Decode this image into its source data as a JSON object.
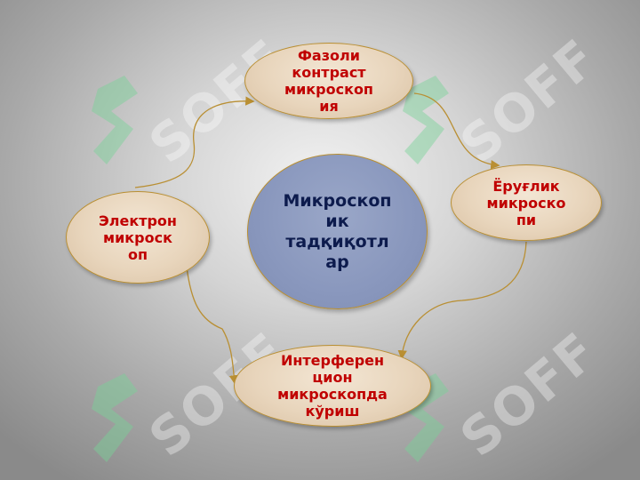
{
  "diagram": {
    "center": {
      "label": "Микроскоп\nик\nтадқиқотл\nар"
    },
    "nodes": {
      "top": {
        "label": "Фазоли\nконтраст\nмикроскоп\nия"
      },
      "right": {
        "label": "Ёруғлик\nмикроско\nпи"
      },
      "bottom": {
        "label": "Интерферен\nцион\nмикроскопда\nкўриш"
      },
      "left": {
        "label": "Электрон\nмикроск\nоп"
      }
    }
  },
  "watermark": {
    "text": "SOFF",
    "icon": "soff-logo-icon"
  },
  "colors": {
    "outer_fill": "#e8d5bc",
    "outer_text": "#c00000",
    "center_fill": "#8997bd",
    "center_text": "#0d1b4d",
    "connector": "#b98f33"
  }
}
